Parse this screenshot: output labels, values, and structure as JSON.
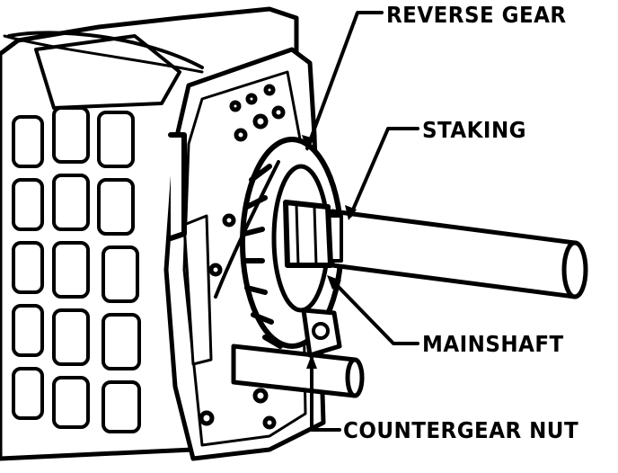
{
  "diagram": {
    "labels": {
      "reverse_gear": "REVERSE GEAR",
      "staking": "STAKING",
      "mainshaft": "MAINSHAFT",
      "countergear_nut": "COUNTERGEAR NUT"
    },
    "ink_color": "#000000",
    "background_color": "#ffffff"
  }
}
